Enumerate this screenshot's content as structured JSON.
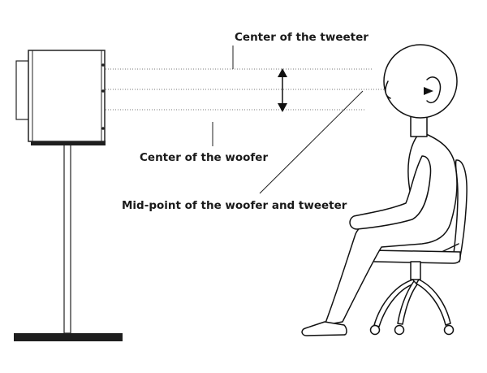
{
  "labels": {
    "tweeter_center": "Center of the tweeter",
    "woofer_center": "Center of the woofer",
    "mid_point": "Mid-point of the woofer and tweeter"
  },
  "colors": {
    "line": "#222222",
    "guide": "#777777",
    "base": "#1e1e1e"
  }
}
